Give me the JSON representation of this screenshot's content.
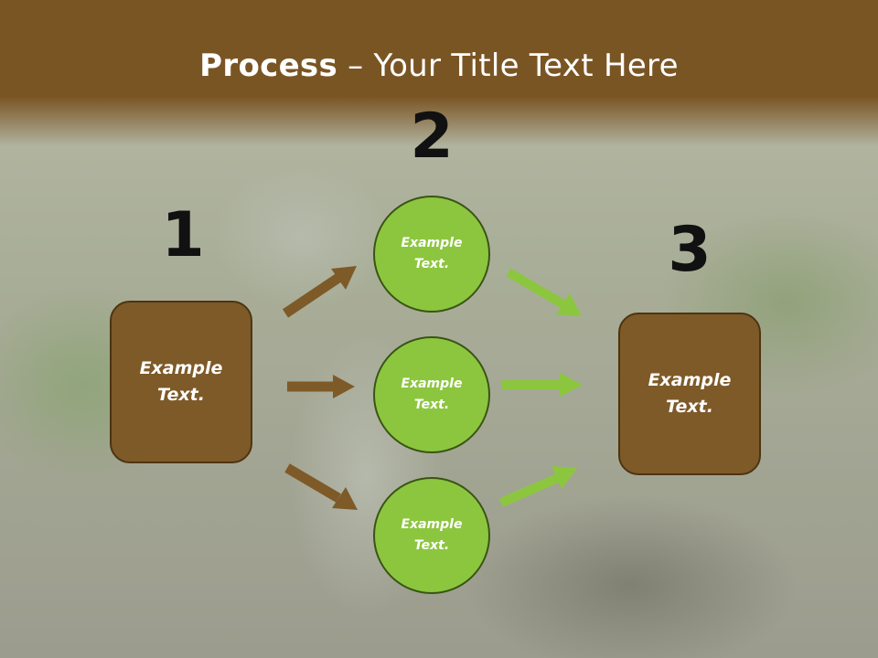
{
  "title": {
    "bold": "Process",
    "separator": " – ",
    "rest": "Your Title Text Here"
  },
  "colors": {
    "header": "#7a5524",
    "box": "#7e5a28",
    "circle": "#8cc63f",
    "brown_arrow": "#7e5a28",
    "green_arrow": "#8cc63f"
  },
  "steps": [
    {
      "number": "1",
      "text": "Example Text."
    },
    {
      "number": "2",
      "items": [
        "Example Text.",
        "Example Text.",
        "Example Text."
      ]
    },
    {
      "number": "3",
      "text": "Example Text."
    }
  ]
}
